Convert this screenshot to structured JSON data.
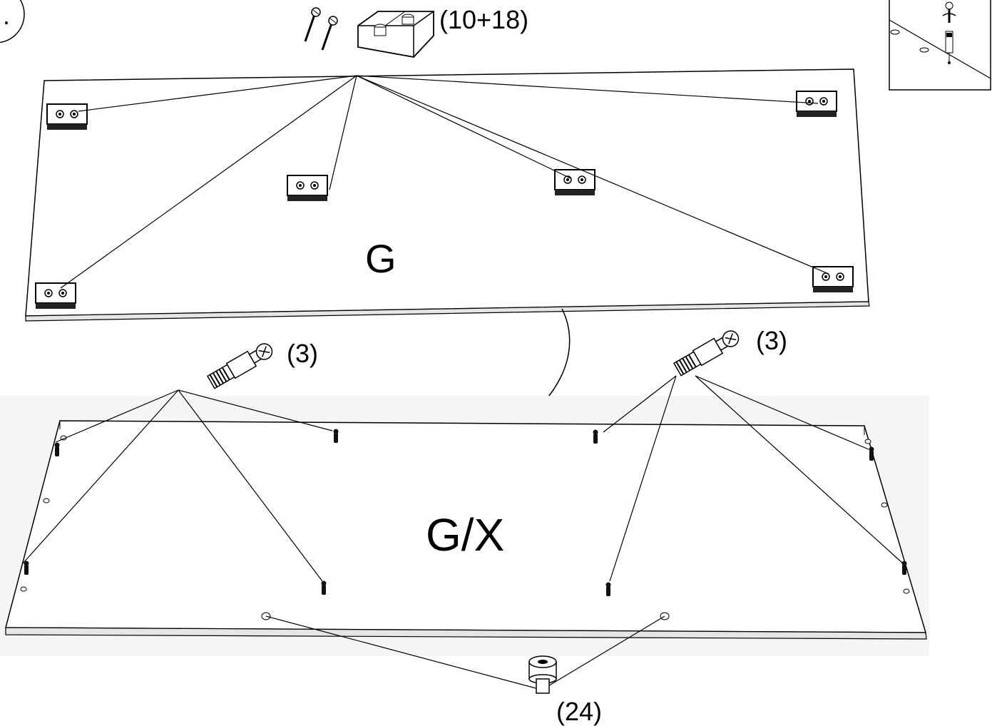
{
  "step": {
    "number": "."
  },
  "parts": {
    "screws_and_blocks": {
      "quantity": "(10+18)",
      "icons": [
        "screw-icon",
        "corner-block-icon"
      ]
    },
    "cam_dowel_left": {
      "quantity": "(3)",
      "icon": "cam-dowel-icon"
    },
    "cam_dowel_right": {
      "quantity": "(3)",
      "icon": "cam-dowel-icon"
    },
    "cam_lock": {
      "quantity": "(24)",
      "icon": "cam-lock-icon"
    }
  },
  "panels": {
    "top": {
      "label": "G"
    },
    "bottom": {
      "label": "G/X"
    }
  },
  "colors": {
    "line": "#000000",
    "panel_fill": "#ffffff",
    "shade": "#f3f3f3",
    "block_side": "#555555"
  }
}
